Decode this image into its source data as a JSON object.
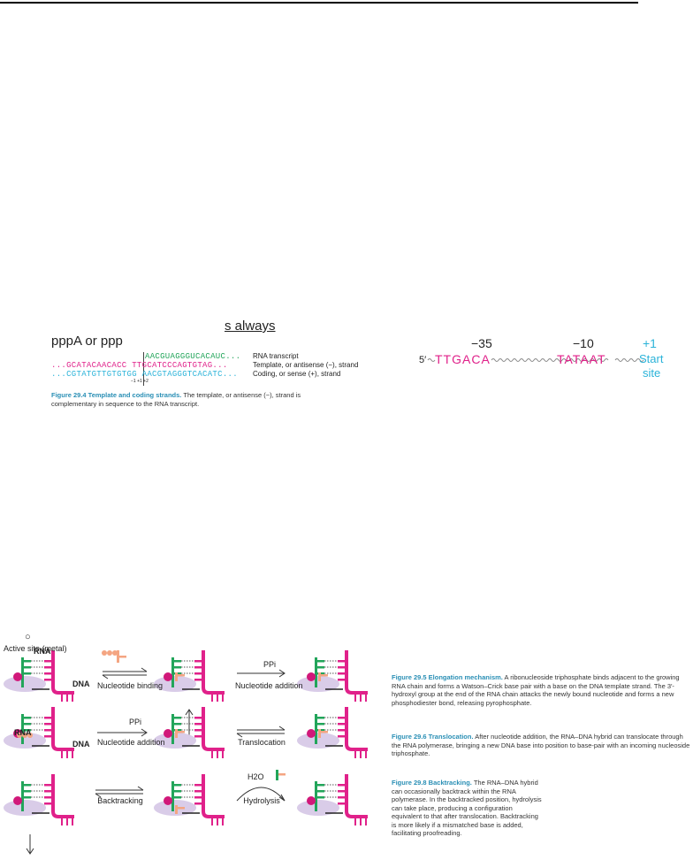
{
  "fragment": {
    "always_line": "s always",
    "ppp_line": "pppA or ppp"
  },
  "fig294": {
    "rna_seq": "AACGUAGGGUCACAUC...",
    "template_seq": "...GCATACAACACC TTGCATCCCAGTGTAG...",
    "coding_seq": "...CGTATGTTGTGTGG AACGTAGGGTCACATC...",
    "rna_label": "RNA transcript",
    "template_label": "Template, or antisense (−), strand",
    "coding_label": "Coding, or sense (+), strand",
    "positions": "−1 +1 +2",
    "caption_title": "Figure 29.4 Template and coding strands.",
    "caption_text": "The template, or antisense (−), strand is complementary in sequence to the RNA transcript."
  },
  "promoter": {
    "minus35": "−35",
    "minus10": "−10",
    "plus1": "+1",
    "five_prime": "5′",
    "box35": "TTGACA",
    "box10": "TATAAT",
    "start_line1": "Start",
    "start_line2": "site"
  },
  "diagram": {
    "circle_mark": "○",
    "active_site": "Active site (metal)",
    "rna": "RNA",
    "dna": "DNA",
    "nucleotide_binding": "Nucleotide binding",
    "ppi": "PPi",
    "nucleotide_addition": "Nucleotide addition",
    "translocation": "Translocation",
    "backtracking": "Backtracking",
    "h2o": "H2O",
    "hydrolysis": "Hydrolysis"
  },
  "captions": {
    "fig295_title": "Figure 29.5 Elongation mechanism.",
    "fig295_text": "A ribonucleoside triphosphate binds adjacent to the growing RNA chain and forms a Watson–Crick base pair with a base on the DNA template strand. The 3′-hydroxyl group at the end of the RNA chain attacks the newly bound nucleotide and forms a new phosphodiester bond, releasing pyrophosphate.",
    "fig296_title": "Figure 29.6 Translocation.",
    "fig296_text": "After nucleotide addition, the RNA–DNA hybrid can translocate through the RNA polymerase, bringing a new DNA base into position to base-pair with an incoming nucleoside triphosphate.",
    "fig298_title": "Figure 29.8 Backtracking.",
    "fig298_text": "The RNA–DNA hybrid can occasionally backtrack within the RNA polymerase. In the backtracked position, hydrolysis can take place, producing a configuration equivalent to that after translocation. Backtracking is more likely if a mismatched base is added, facilitating proofreading."
  },
  "colors": {
    "magenta": "#e0218a",
    "green": "#22a55a",
    "cyan": "#2bb3d9",
    "orange": "#f4a582",
    "lavender": "#d9cce8",
    "caption_blue": "#2a8fb5"
  }
}
